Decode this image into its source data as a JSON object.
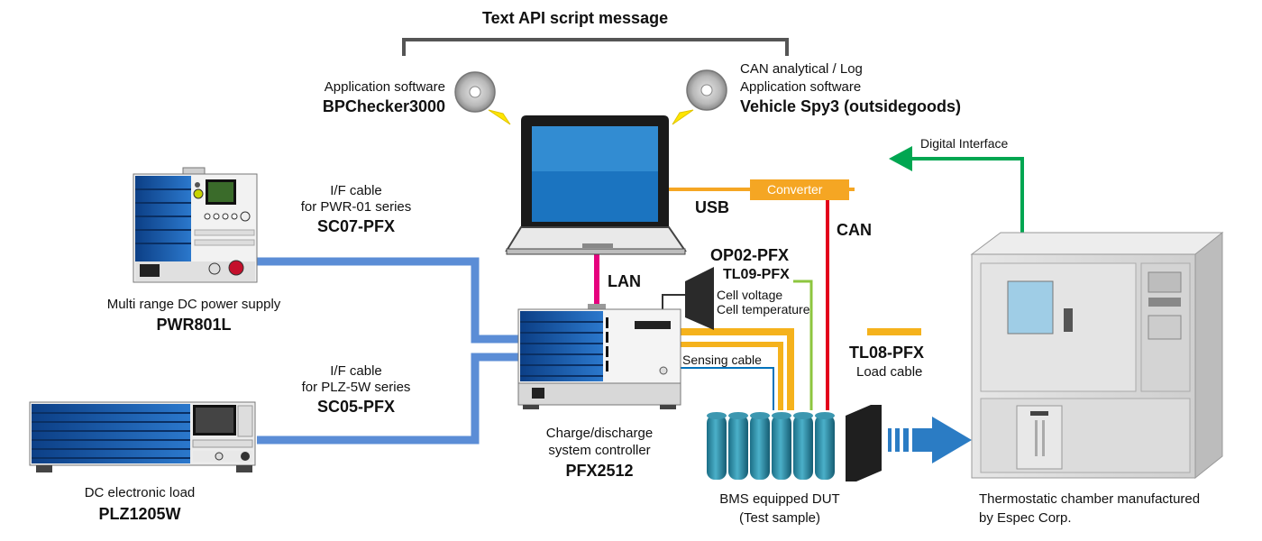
{
  "title": "Text API script message",
  "software_left": {
    "line1": "Application software",
    "name": "BPChecker3000"
  },
  "software_right": {
    "line1": "CAN analytical / Log",
    "line2": "Application software",
    "name": "Vehicle Spy3 (outsidegoods)"
  },
  "connections": {
    "usb": "USB",
    "converter": "Converter",
    "can": "CAN",
    "lan": "LAN",
    "digital_interface": "Digital Interface",
    "sensing_cable": "Sensing cable"
  },
  "cable_pwr": {
    "line1": "I/F cable",
    "line2": "for PWR-01 series",
    "model": "SC07-PFX"
  },
  "cable_plz": {
    "line1": "I/F cable",
    "line2": "for PLZ-5W series",
    "model": "SC05-PFX"
  },
  "power_supply": {
    "desc": "Multi range DC power supply",
    "model": "PWR801L"
  },
  "electronic_load": {
    "desc": "DC electronic load",
    "model": "PLZ1205W"
  },
  "controller": {
    "desc1": "Charge/discharge",
    "desc2": "system controller",
    "model": "PFX2512"
  },
  "options": {
    "op02": "OP02-PFX",
    "tl09": "TL09-PFX",
    "cell_voltage": "Cell voltage",
    "cell_temperature": "Cell temperature",
    "tl08": "TL08-PFX",
    "load_cable": "Load cable"
  },
  "dut": {
    "line1": "BMS equipped DUT",
    "line2": "(Test sample)"
  },
  "chamber": {
    "line1": "Thermostatic chamber manufactured",
    "line2": "by Espec Corp."
  },
  "colors": {
    "cable_blue": "#5b8dd6",
    "usb_orange": "#f5a623",
    "can_red": "#e3001b",
    "lan_magenta": "#e6007e",
    "digital_green": "#00a651",
    "tl09_green": "#8dc63f",
    "sense_blue": "#0072bc",
    "device_blue": "#1e64b4"
  }
}
